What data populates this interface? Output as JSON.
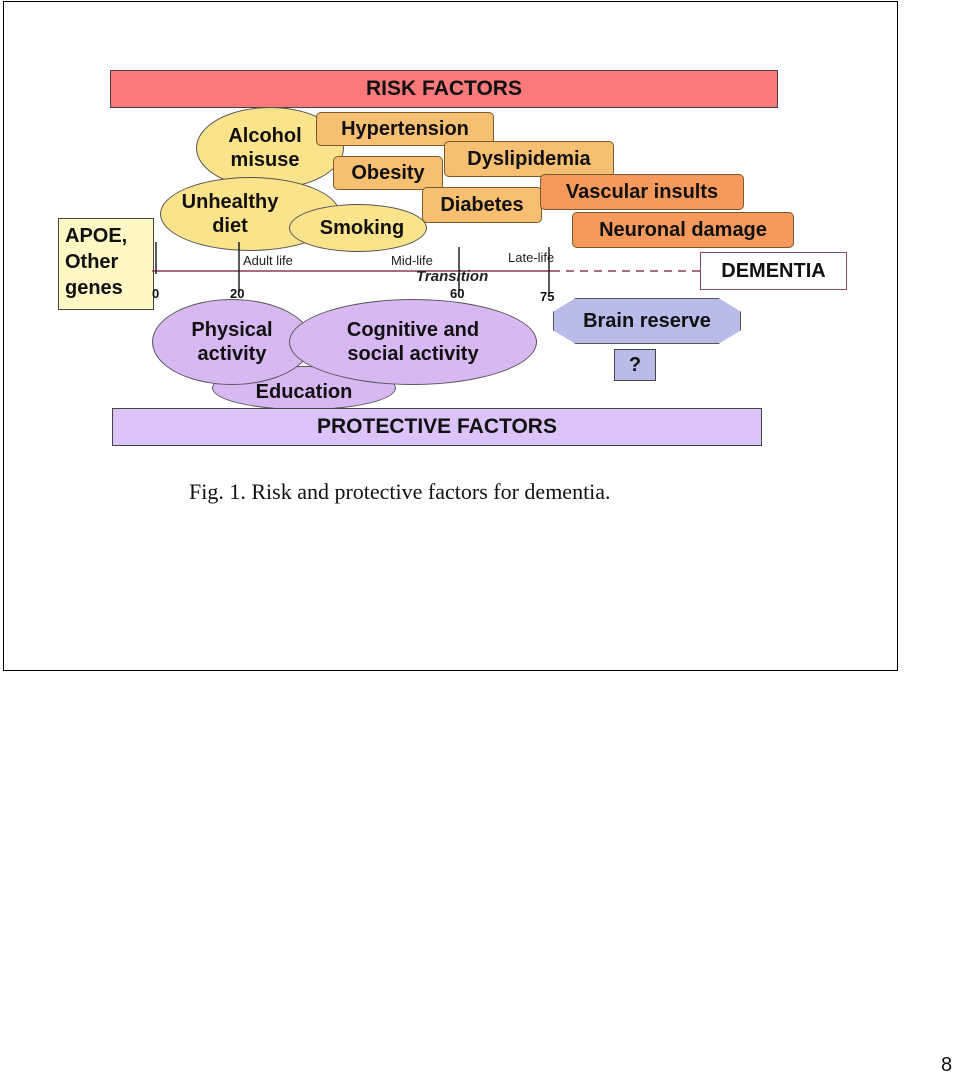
{
  "risk_title": "RISK FACTORS",
  "protective_title": "PROTECTIVE FACTORS",
  "risk_ellipses": [
    "Alcohol\nmisuse",
    "Unhealthy\ndiet",
    "Smoking"
  ],
  "risk_boxes": [
    "Hypertension",
    "Obesity",
    "Dyslipidemia",
    "Diabetes",
    "Vascular insults",
    "Neuronal damage"
  ],
  "genes": "APOE,\nOther\ngenes",
  "timeline": {
    "ticks": [
      "0",
      "20",
      "60",
      "75"
    ],
    "life_labels": [
      "Adult life",
      "Mid-life",
      "Late-life"
    ],
    "transition": "Transition",
    "outcome": "DEMENTIA"
  },
  "protective_ellipses": [
    "Physical\nactivity",
    "Cognitive and\nsocial activity",
    "Education"
  ],
  "brain_reserve": "Brain reserve",
  "question": "?",
  "caption": "Fig. 1.  Risk and protective factors for dementia.",
  "page_number": "8",
  "colors": {
    "risk_bar": "#f87a7a",
    "protective_bar": "#dcc4fb",
    "yellow": "#fbe38c",
    "purple": "#d7b8f3",
    "tan": "#f6bf72",
    "orange": "#f59a5c",
    "brain": "#b7bde8"
  }
}
